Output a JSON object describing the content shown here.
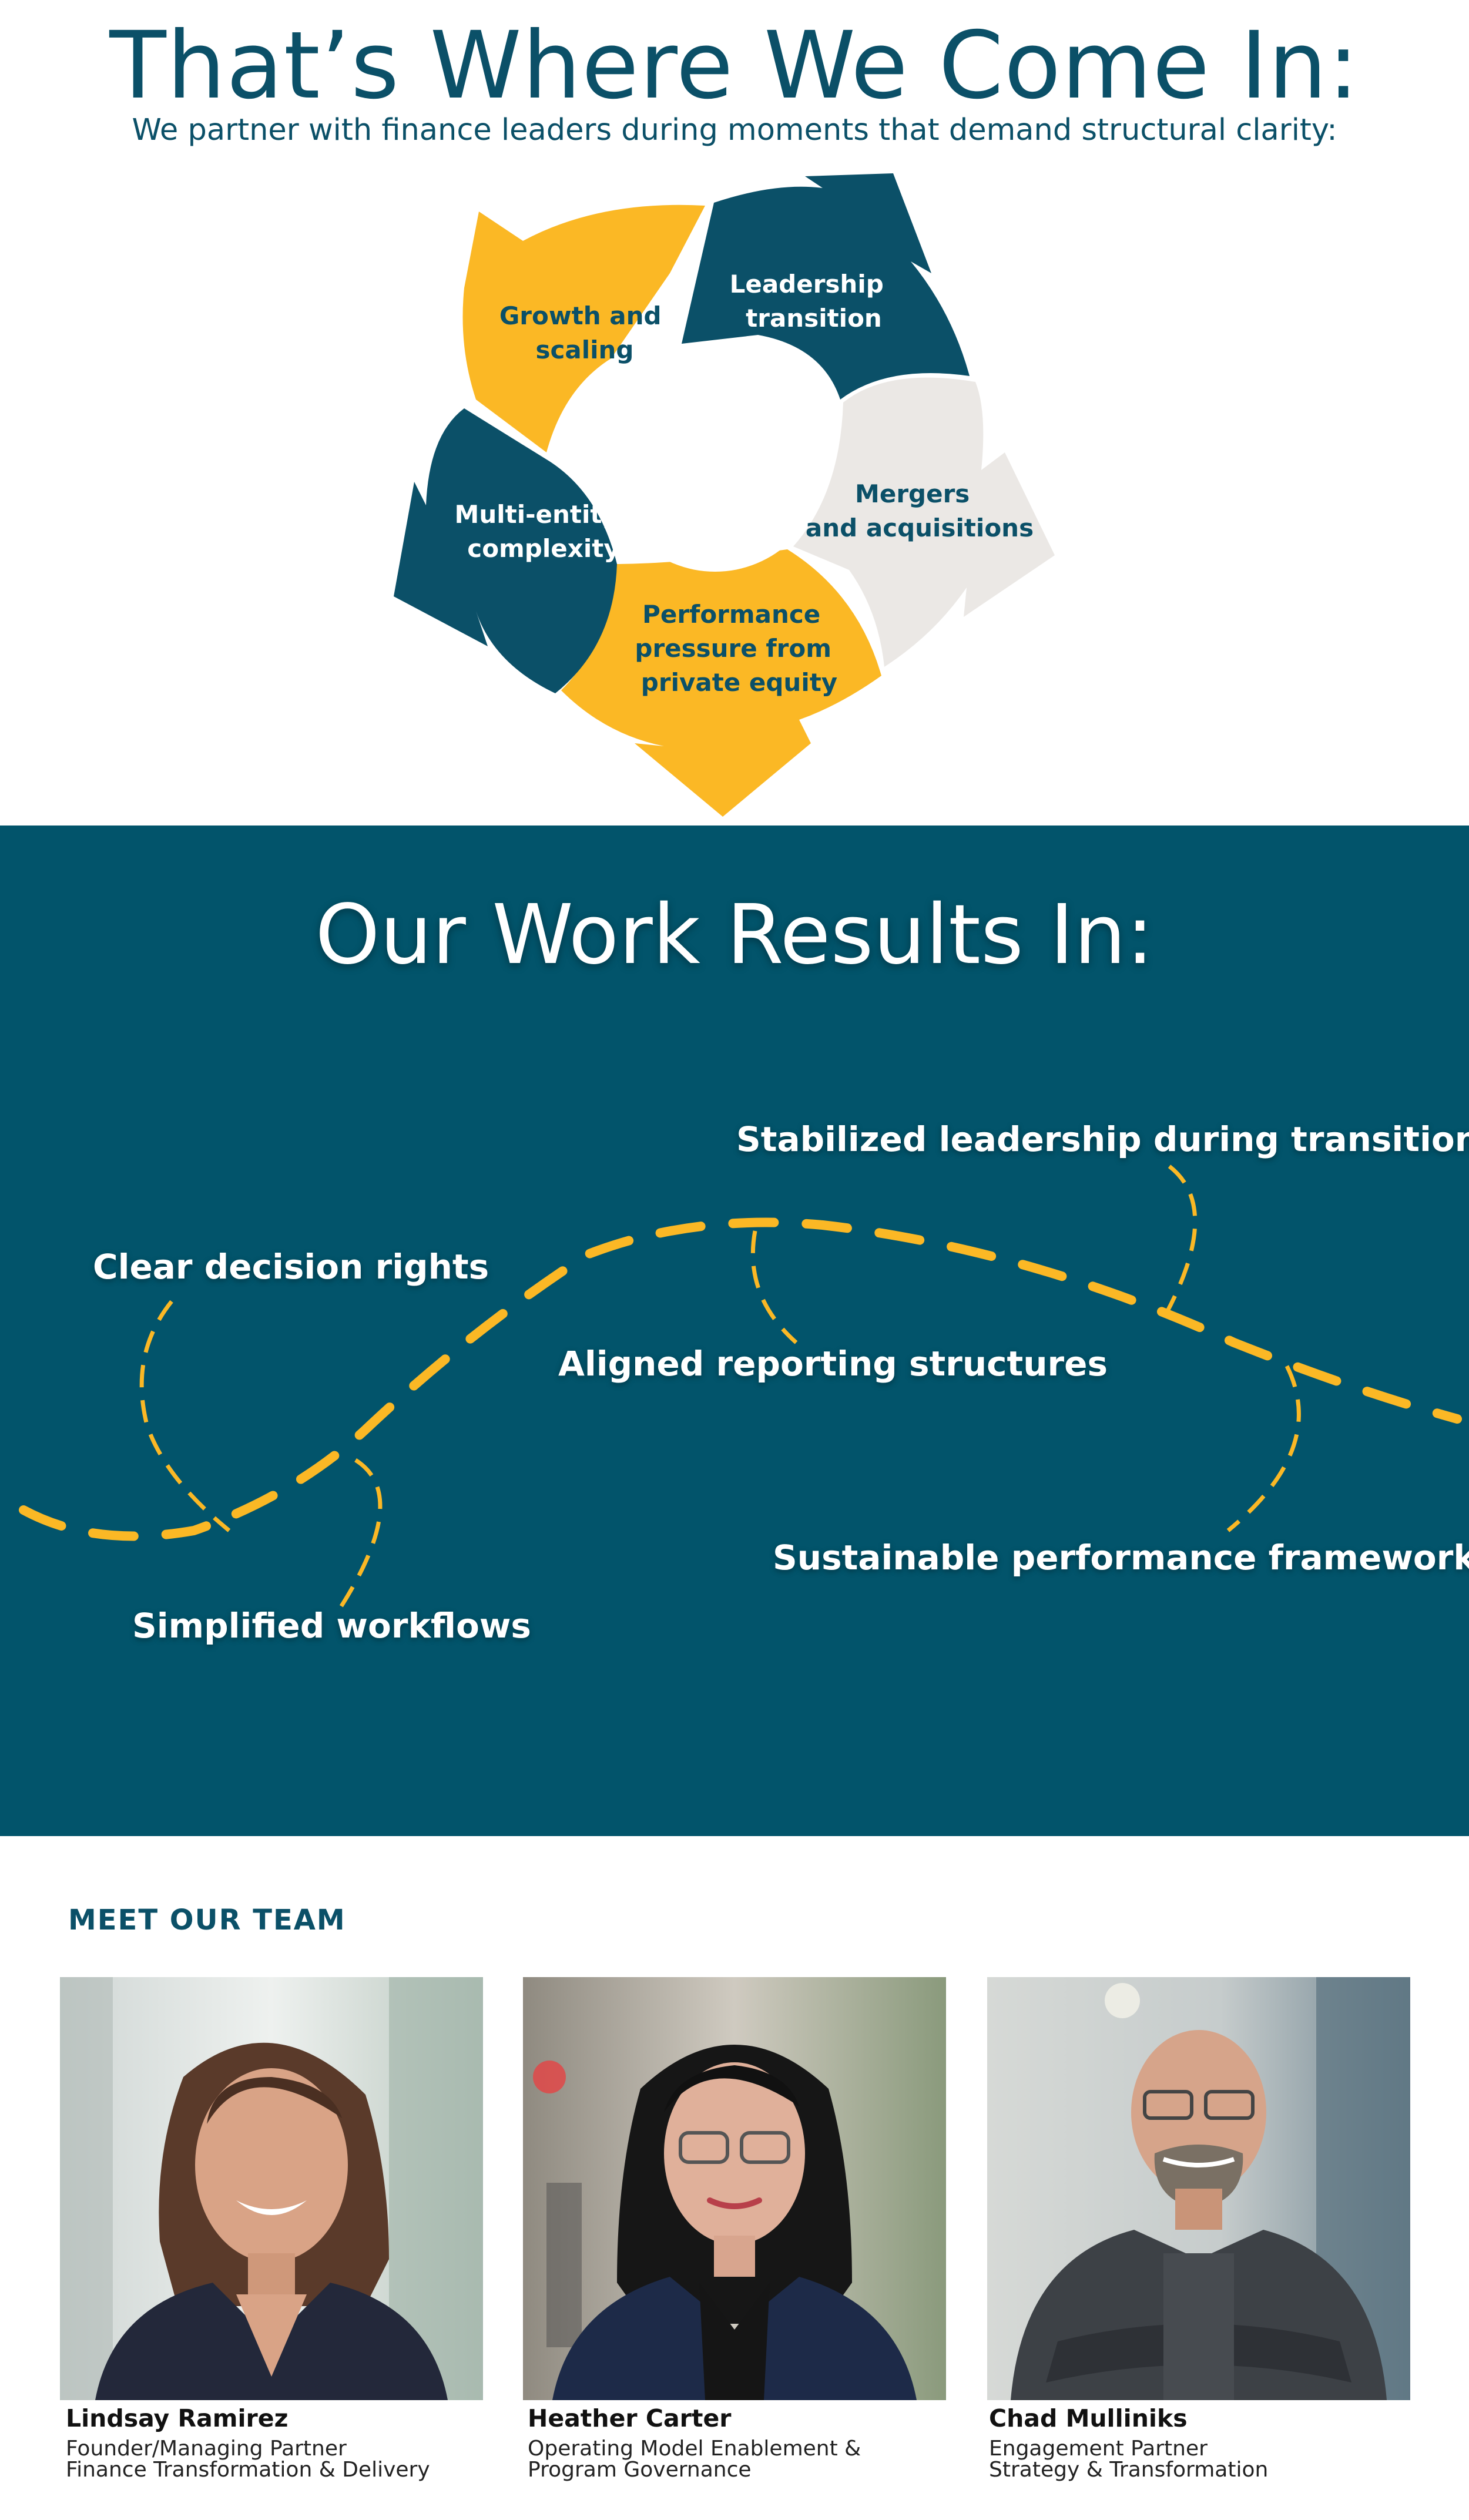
{
  "hero": {
    "title": "That’s Where We Come In:",
    "subtitle": "We partner with finance leaders during moments that demand structural clarity:"
  },
  "cycle": {
    "segments": [
      {
        "line1": "Growth and",
        "line2": "scaling",
        "color": "#fbb825",
        "text_color": "#0b5068"
      },
      {
        "line1": "Leadership",
        "line2": "transition",
        "color": "#0b5068",
        "text_color": "#ffffff"
      },
      {
        "line1": "Mergers",
        "line2": "and acquisitions",
        "color": "#ebe8e5",
        "text_color": "#0b5068"
      },
      {
        "line1": "Performance",
        "line2": "pressure from",
        "line3": "private equity",
        "color": "#fbb825",
        "text_color": "#0b5068"
      },
      {
        "line1": "Multi-entity",
        "line2": "complexity",
        "color": "#0b5068",
        "text_color": "#ffffff"
      }
    ]
  },
  "results": {
    "title": "Our Work Results In:",
    "items": [
      "Stabilized leadership during transition",
      "Clear decision rights",
      "Aligned reporting structures",
      "Sustainable performance frameworks",
      "Simplified workflows"
    ],
    "accent_color": "#fbb825",
    "background": "#02546b"
  },
  "team": {
    "heading": "MEET OUR TEAM",
    "members": [
      {
        "name": "Lindsay Ramirez",
        "role_line1": "Founder/Managing Partner",
        "role_line2": "Finance Transformation & Delivery"
      },
      {
        "name": "Heather Carter",
        "role_line1": "Operating Model Enablement &",
        "role_line2": "Program Governance"
      },
      {
        "name": "Chad Mulliniks",
        "role_line1": "Engagement Partner",
        "role_line2": "Strategy & Transformation"
      }
    ]
  }
}
